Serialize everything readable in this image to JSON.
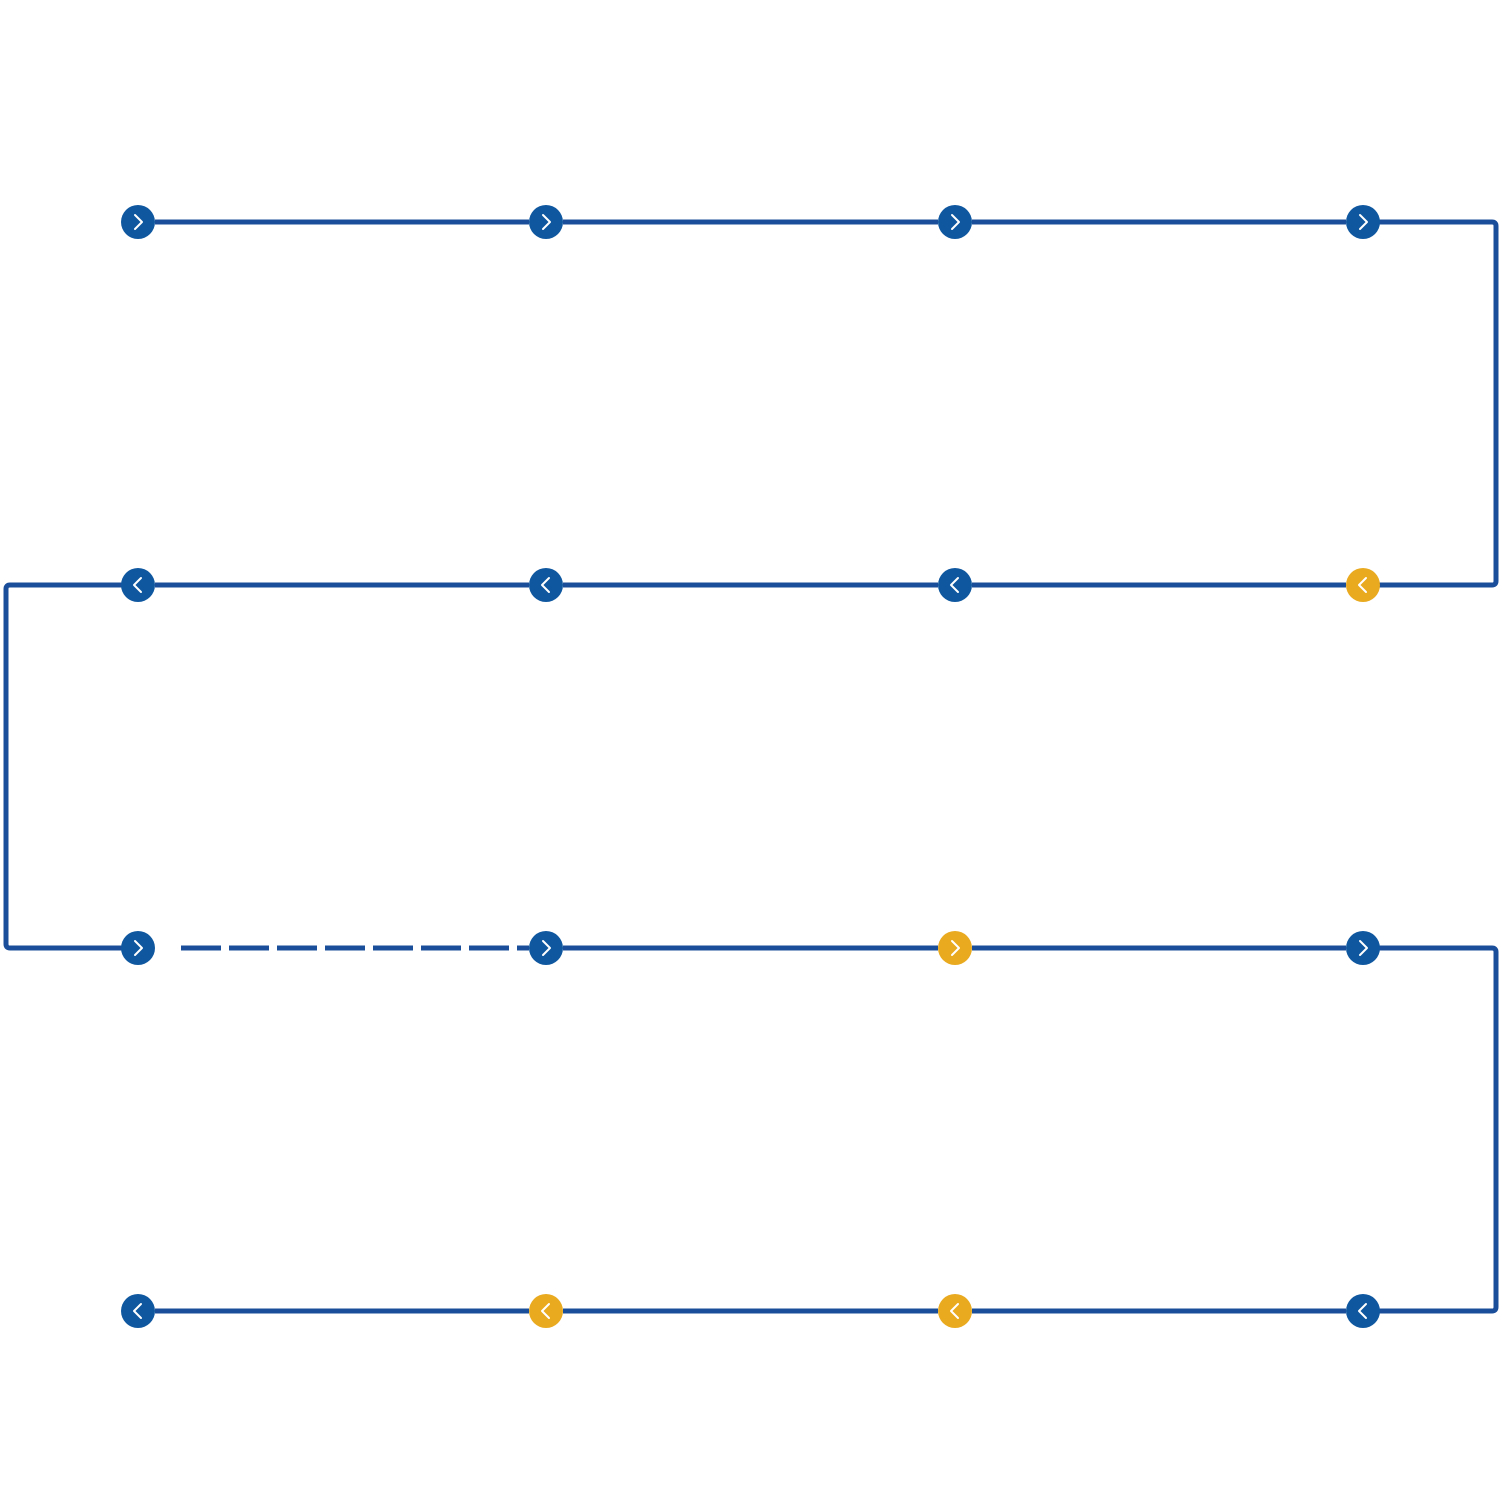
{
  "colors": {
    "line": "#1a4e9a",
    "node_default": "#0f58a0",
    "node_highlight": "#e9aa20",
    "chevron": "#ffffff",
    "background": "#ffffff"
  },
  "rows": [
    {
      "direction": "right",
      "nodes": [
        {
          "icon": "chevron-right-icon",
          "highlight": false
        },
        {
          "icon": "chevron-right-icon",
          "highlight": false
        },
        {
          "icon": "chevron-right-icon",
          "highlight": false
        },
        {
          "icon": "chevron-right-icon",
          "highlight": false
        }
      ],
      "segments": [
        "solid",
        "solid",
        "solid"
      ]
    },
    {
      "direction": "left",
      "nodes": [
        {
          "icon": "chevron-left-icon",
          "highlight": false
        },
        {
          "icon": "chevron-left-icon",
          "highlight": false
        },
        {
          "icon": "chevron-left-icon",
          "highlight": false
        },
        {
          "icon": "chevron-left-icon",
          "highlight": true
        }
      ],
      "segments": [
        "solid",
        "solid",
        "solid"
      ]
    },
    {
      "direction": "right",
      "nodes": [
        {
          "icon": "chevron-right-icon",
          "highlight": false
        },
        {
          "icon": "chevron-right-icon",
          "highlight": false
        },
        {
          "icon": "chevron-right-icon",
          "highlight": true
        },
        {
          "icon": "chevron-right-icon",
          "highlight": false
        }
      ],
      "segments": [
        "dashed",
        "solid",
        "solid"
      ]
    },
    {
      "direction": "left",
      "nodes": [
        {
          "icon": "chevron-left-icon",
          "highlight": false
        },
        {
          "icon": "chevron-left-icon",
          "highlight": true
        },
        {
          "icon": "chevron-left-icon",
          "highlight": true
        },
        {
          "icon": "chevron-left-icon",
          "highlight": false
        }
      ],
      "segments": [
        "solid",
        "solid",
        "solid"
      ]
    }
  ],
  "connectors": [
    {
      "from_row": 0,
      "to_row": 1,
      "side": "right"
    },
    {
      "from_row": 1,
      "to_row": 2,
      "side": "left"
    },
    {
      "from_row": 2,
      "to_row": 3,
      "side": "right"
    }
  ]
}
